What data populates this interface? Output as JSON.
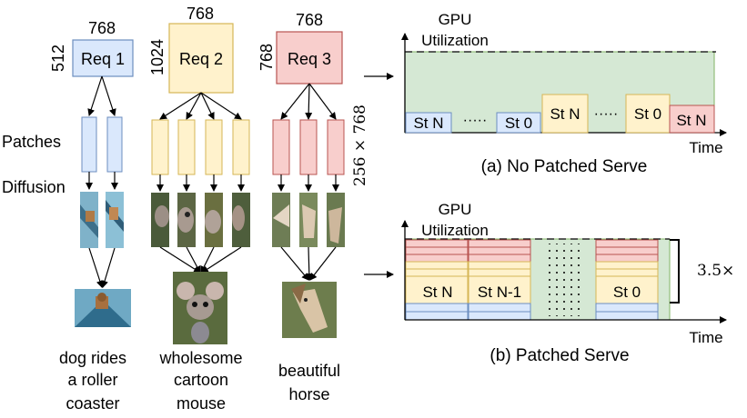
{
  "colors": {
    "blue_fill": "#dae8fc",
    "blue_stroke": "#6c8ebf",
    "yellow_fill": "#fff2cc",
    "yellow_stroke": "#d6b656",
    "red_fill": "#f8cecc",
    "red_stroke": "#b85450",
    "green_fill": "#d5e8d4",
    "green_stroke": "#82b366"
  },
  "requests": [
    {
      "label": "Req 1",
      "width": "768",
      "height": "512"
    },
    {
      "label": "Req 2",
      "width": "768",
      "height": "1024"
    },
    {
      "label": "Req 3",
      "width": "768",
      "height": "768"
    }
  ],
  "left_labels": {
    "patches": "Patches",
    "diffusion": "Diffusion",
    "patch_size": "256 × 768"
  },
  "captions": [
    [
      "dog rides",
      "a roller",
      "coaster"
    ],
    [
      "wholesome",
      "cartoon",
      "mouse"
    ],
    [
      "beautiful",
      "horse"
    ]
  ],
  "chart_a": {
    "y_label": [
      "GPU",
      "Utilization"
    ],
    "x_label": "Time",
    "caption": "(a) No Patched Serve",
    "steps": [
      "St N",
      "St 0",
      "St N",
      "St 0",
      "St N"
    ],
    "ellipsis": "·····"
  },
  "chart_b": {
    "y_label": [
      "GPU",
      "Utilization"
    ],
    "x_label": "Time",
    "caption": "(b) Patched Serve",
    "steps": [
      "St N",
      "St N-1",
      "St 0"
    ],
    "speedup": "3.5×"
  }
}
